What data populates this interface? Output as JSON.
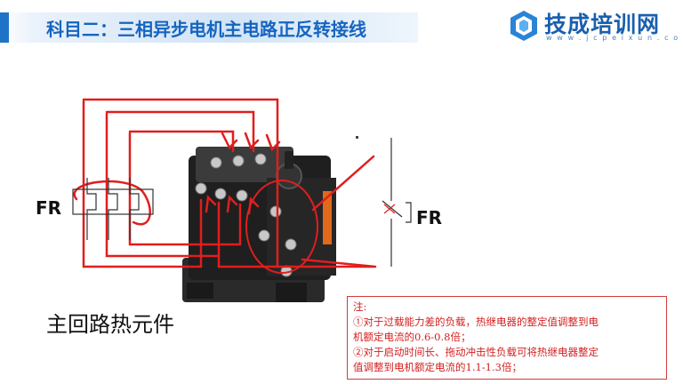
{
  "header": {
    "title": "科目二：三相异步电机主电路正反转接线",
    "logo_name": "技成培训网",
    "logo_url": "w w w . j c p e i x u n . c o m"
  },
  "diagram": {
    "fr_left_label": "FR",
    "fr_right_label": "FR",
    "caption": "主回路热元件"
  },
  "note": {
    "heading": "注:",
    "line1": "①对于过载能力差的负载，热继电器的整定值调整到电",
    "line2": "机额定电流的0.6-0.8倍；",
    "line3": "②对于启动时间长、拖动冲击性负载可将热继电器整定",
    "line4": "值调整到电机额定电流的1.1-1.3倍；"
  },
  "colors": {
    "title_blue": "#1565c0",
    "accent_blue": "#1e73c8",
    "wire_red": "#e01e1e",
    "note_red": "#d42020"
  }
}
